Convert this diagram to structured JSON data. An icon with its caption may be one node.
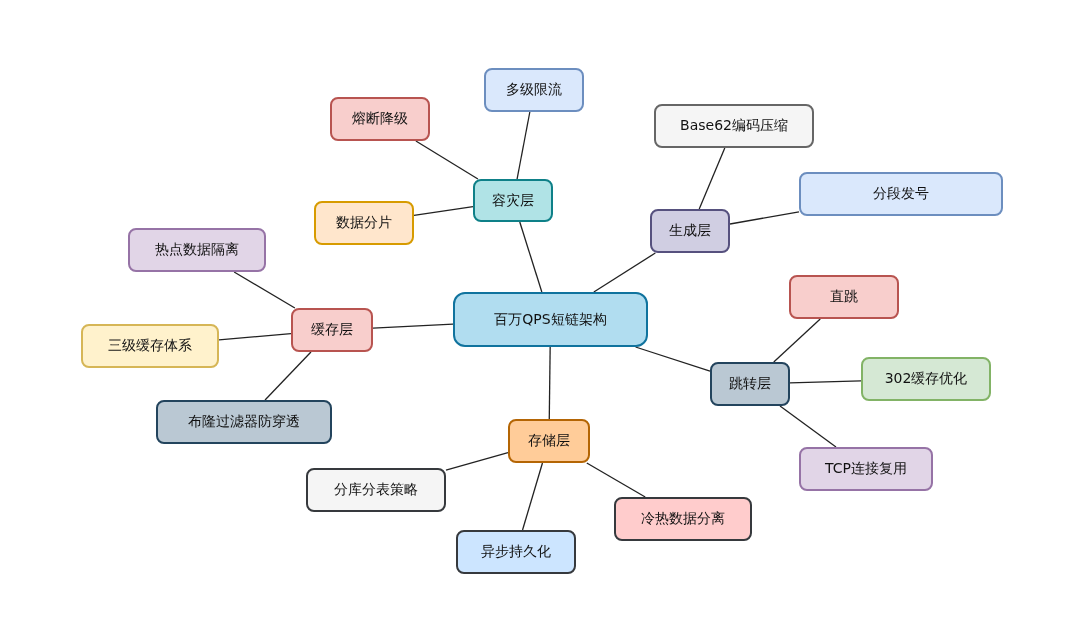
{
  "diagram": {
    "nodes": [
      {
        "text": [
          "百万QPS短链架构"
        ]
      },
      {
        "text": [
          "容灾层"
        ]
      },
      {
        "text": [
          "多级限流"
        ]
      },
      {
        "text": [
          "熔断降级"
        ]
      },
      {
        "text": [
          "数据分片"
        ]
      },
      {
        "text": [
          "生成层"
        ]
      },
      {
        "text": [
          "Base62编码压缩"
        ]
      },
      {
        "text": [
          "分段发号"
        ]
      },
      {
        "text": [
          "缓存层"
        ]
      },
      {
        "text": [
          "热点数据隔离"
        ]
      },
      {
        "text": [
          "三级缓存体系"
        ]
      },
      {
        "text": [
          "布隆过滤器防穿透"
        ]
      },
      {
        "text": [
          "跳转层"
        ]
      },
      {
        "text": [
          "直跳"
        ]
      },
      {
        "text": [
          "302缓存优化"
        ]
      },
      {
        "text": [
          "TCP连接复用"
        ]
      },
      {
        "text": [
          "存储层"
        ]
      },
      {
        "text": [
          "分库分表策略"
        ]
      },
      {
        "text": [
          "冷热数据分离"
        ]
      },
      {
        "text": [
          "异步持久化"
        ]
      }
    ],
    "edges": [
      {
        "from": 0,
        "to": 1,
        "arrow": "none"
      },
      {
        "from": 1,
        "to": 2,
        "arrow": "none"
      },
      {
        "from": 1,
        "to": 3,
        "arrow": "none"
      },
      {
        "from": 1,
        "to": 4,
        "arrow": "none"
      },
      {
        "from": 0,
        "to": 5,
        "arrow": "none"
      },
      {
        "from": 5,
        "to": 6,
        "arrow": "none"
      },
      {
        "from": 5,
        "to": 7,
        "arrow": "none"
      },
      {
        "from": 0,
        "to": 8,
        "arrow": "none"
      },
      {
        "from": 8,
        "to": 9,
        "arrow": "none"
      },
      {
        "from": 8,
        "to": 10,
        "arrow": "none"
      },
      {
        "from": 8,
        "to": 11,
        "arrow": "none"
      },
      {
        "from": 0,
        "to": 12,
        "arrow": "none"
      },
      {
        "from": 12,
        "to": 13,
        "arrow": "none"
      },
      {
        "from": 12,
        "to": 14,
        "arrow": "none"
      },
      {
        "from": 12,
        "to": 15,
        "arrow": "none"
      },
      {
        "from": 0,
        "to": 16,
        "arrow": "none"
      },
      {
        "from": 16,
        "to": 17,
        "arrow": "none"
      },
      {
        "from": 16,
        "to": 18,
        "arrow": "none"
      },
      {
        "from": 16,
        "to": 19,
        "arrow": "none"
      }
    ]
  }
}
